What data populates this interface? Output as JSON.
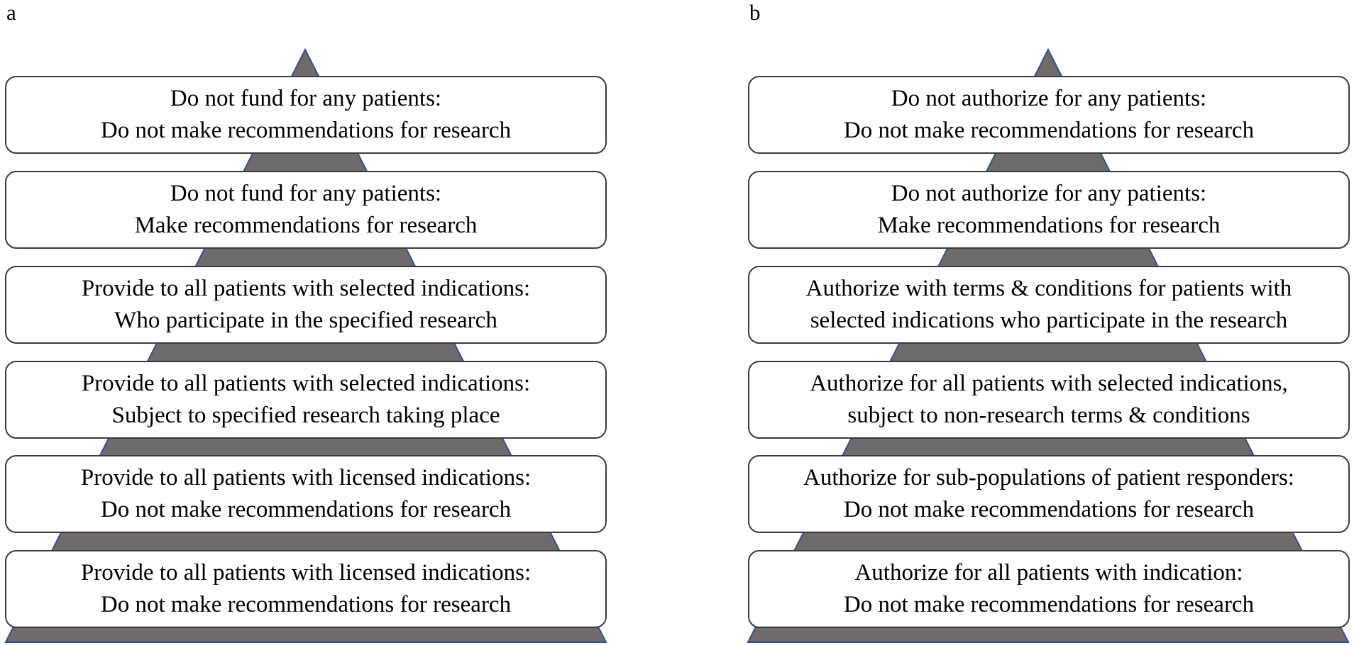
{
  "panels": [
    {
      "label": "a",
      "tiers": [
        {
          "line1": "Do not fund for any patients:",
          "line2": "Do not make recommendations for research"
        },
        {
          "line1": "Do not fund for any patients:",
          "line2": "Make recommendations for research"
        },
        {
          "line1": "Provide to all patients with selected indications:",
          "line2": "Who participate in the specified research"
        },
        {
          "line1": "Provide to all patients with selected indications:",
          "line2": "Subject to specified research taking place"
        },
        {
          "line1": "Provide to all patients with licensed indications:",
          "line2": "Do not make recommendations for research"
        },
        {
          "line1": "Provide to all patients with licensed indications:",
          "line2": "Do not make recommendations for research"
        }
      ]
    },
    {
      "label": "b",
      "tiers": [
        {
          "line1": "Do not authorize for any patients:",
          "line2": "Do not make recommendations for research"
        },
        {
          "line1": "Do not authorize for any patients:",
          "line2": "Make recommendations for research"
        },
        {
          "line1": "Authorize with terms & conditions for patients with",
          "line2": "selected indications who participate in the research"
        },
        {
          "line1": "Authorize for all patients with selected indications,",
          "line2": "subject to non-research terms & conditions"
        },
        {
          "line1": "Authorize for sub-populations of patient responders:",
          "line2": "Do not make recommendations for research"
        },
        {
          "line1": "Authorize for all patients with indication:",
          "line2": "Do not make recommendations for research"
        }
      ]
    }
  ],
  "colors": {
    "pyramid_fill": "#706a6a",
    "pyramid_edge": "#2f528f",
    "box_border": "#3a3a3a"
  }
}
